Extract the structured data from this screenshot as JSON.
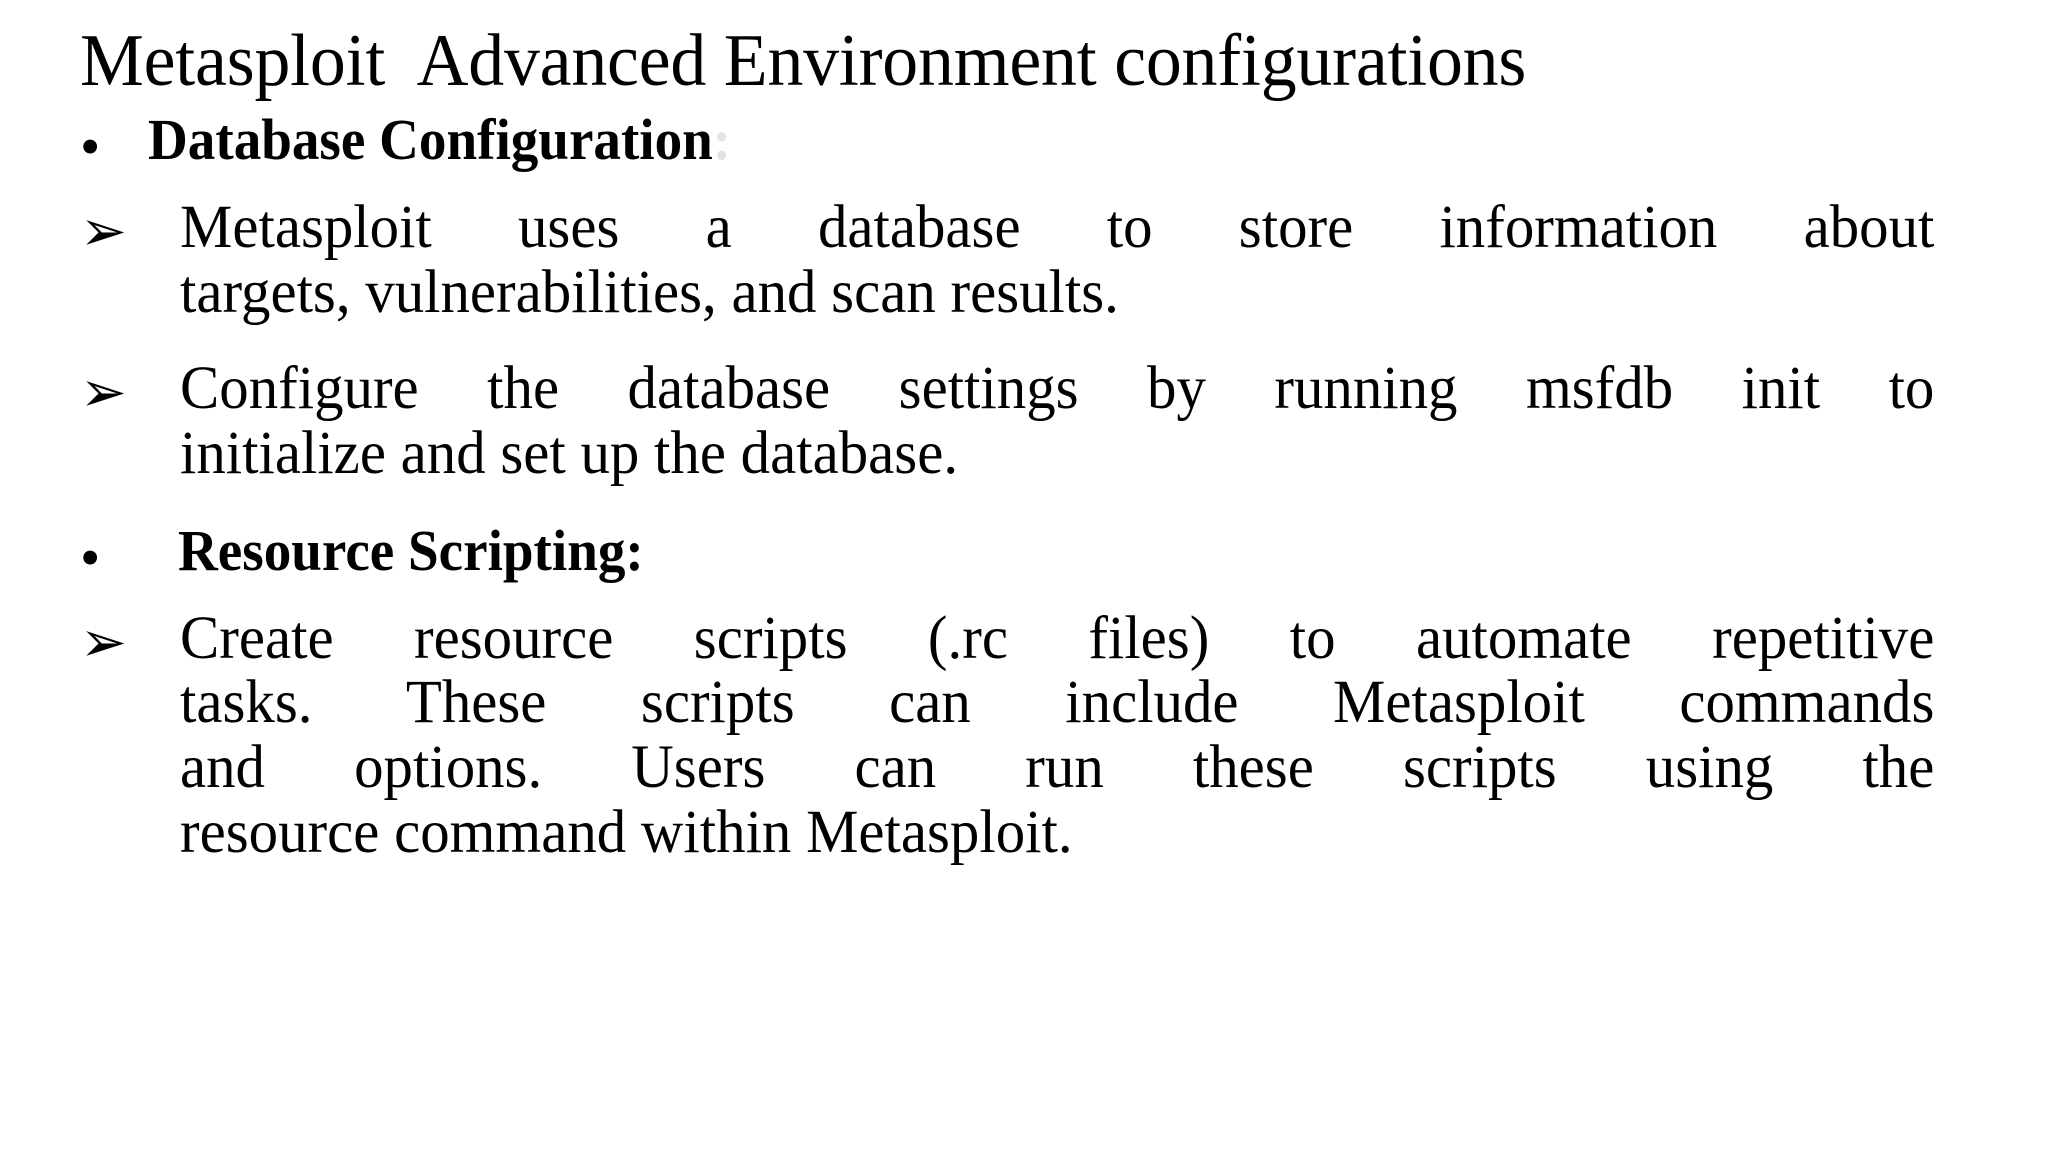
{
  "slide": {
    "title": "Metasploit  Advanced Environment configurations",
    "background_color": "#ffffff",
    "text_color": "#000000",
    "faint_colon_color": "#e3e3e3",
    "markers": {
      "round_bullet": "•",
      "arrow_bullet": "➢"
    },
    "blocks": [
      {
        "type": "heading",
        "marker": "round-bullet",
        "text": "Database Configuration",
        "trailing_colon": ":",
        "trailing_colon_faint": true
      },
      {
        "type": "paragraph",
        "marker": "arrow-bullet",
        "lines": [
          "Metasploit uses a database to store information about",
          "targets, vulnerabilities, and scan results."
        ],
        "full_text": "Metasploit uses a database to store information about targets, vulnerabilities, and scan results."
      },
      {
        "type": "paragraph",
        "marker": "arrow-bullet",
        "lines": [
          "Configure the database settings by running msfdb init to",
          "initialize and set up the database."
        ],
        "full_text": "Configure the database settings by running msfdb init to initialize and set up the database."
      },
      {
        "type": "heading",
        "marker": "round-bullet",
        "text": "Resource Scripting:",
        "trailing_colon": "",
        "trailing_colon_faint": false
      },
      {
        "type": "paragraph",
        "marker": "arrow-bullet",
        "lines": [
          "Create resource scripts (.rc files) to automate repetitive",
          "tasks. These scripts can include Metasploit commands",
          "and options. Users can run these scripts using the",
          "resource command within Metasploit."
        ],
        "full_text": "Create resource scripts (.rc files) to automate repetitive tasks. These scripts can include Metasploit commands and options. Users can run these scripts using the resource command within Metasploit."
      }
    ]
  }
}
